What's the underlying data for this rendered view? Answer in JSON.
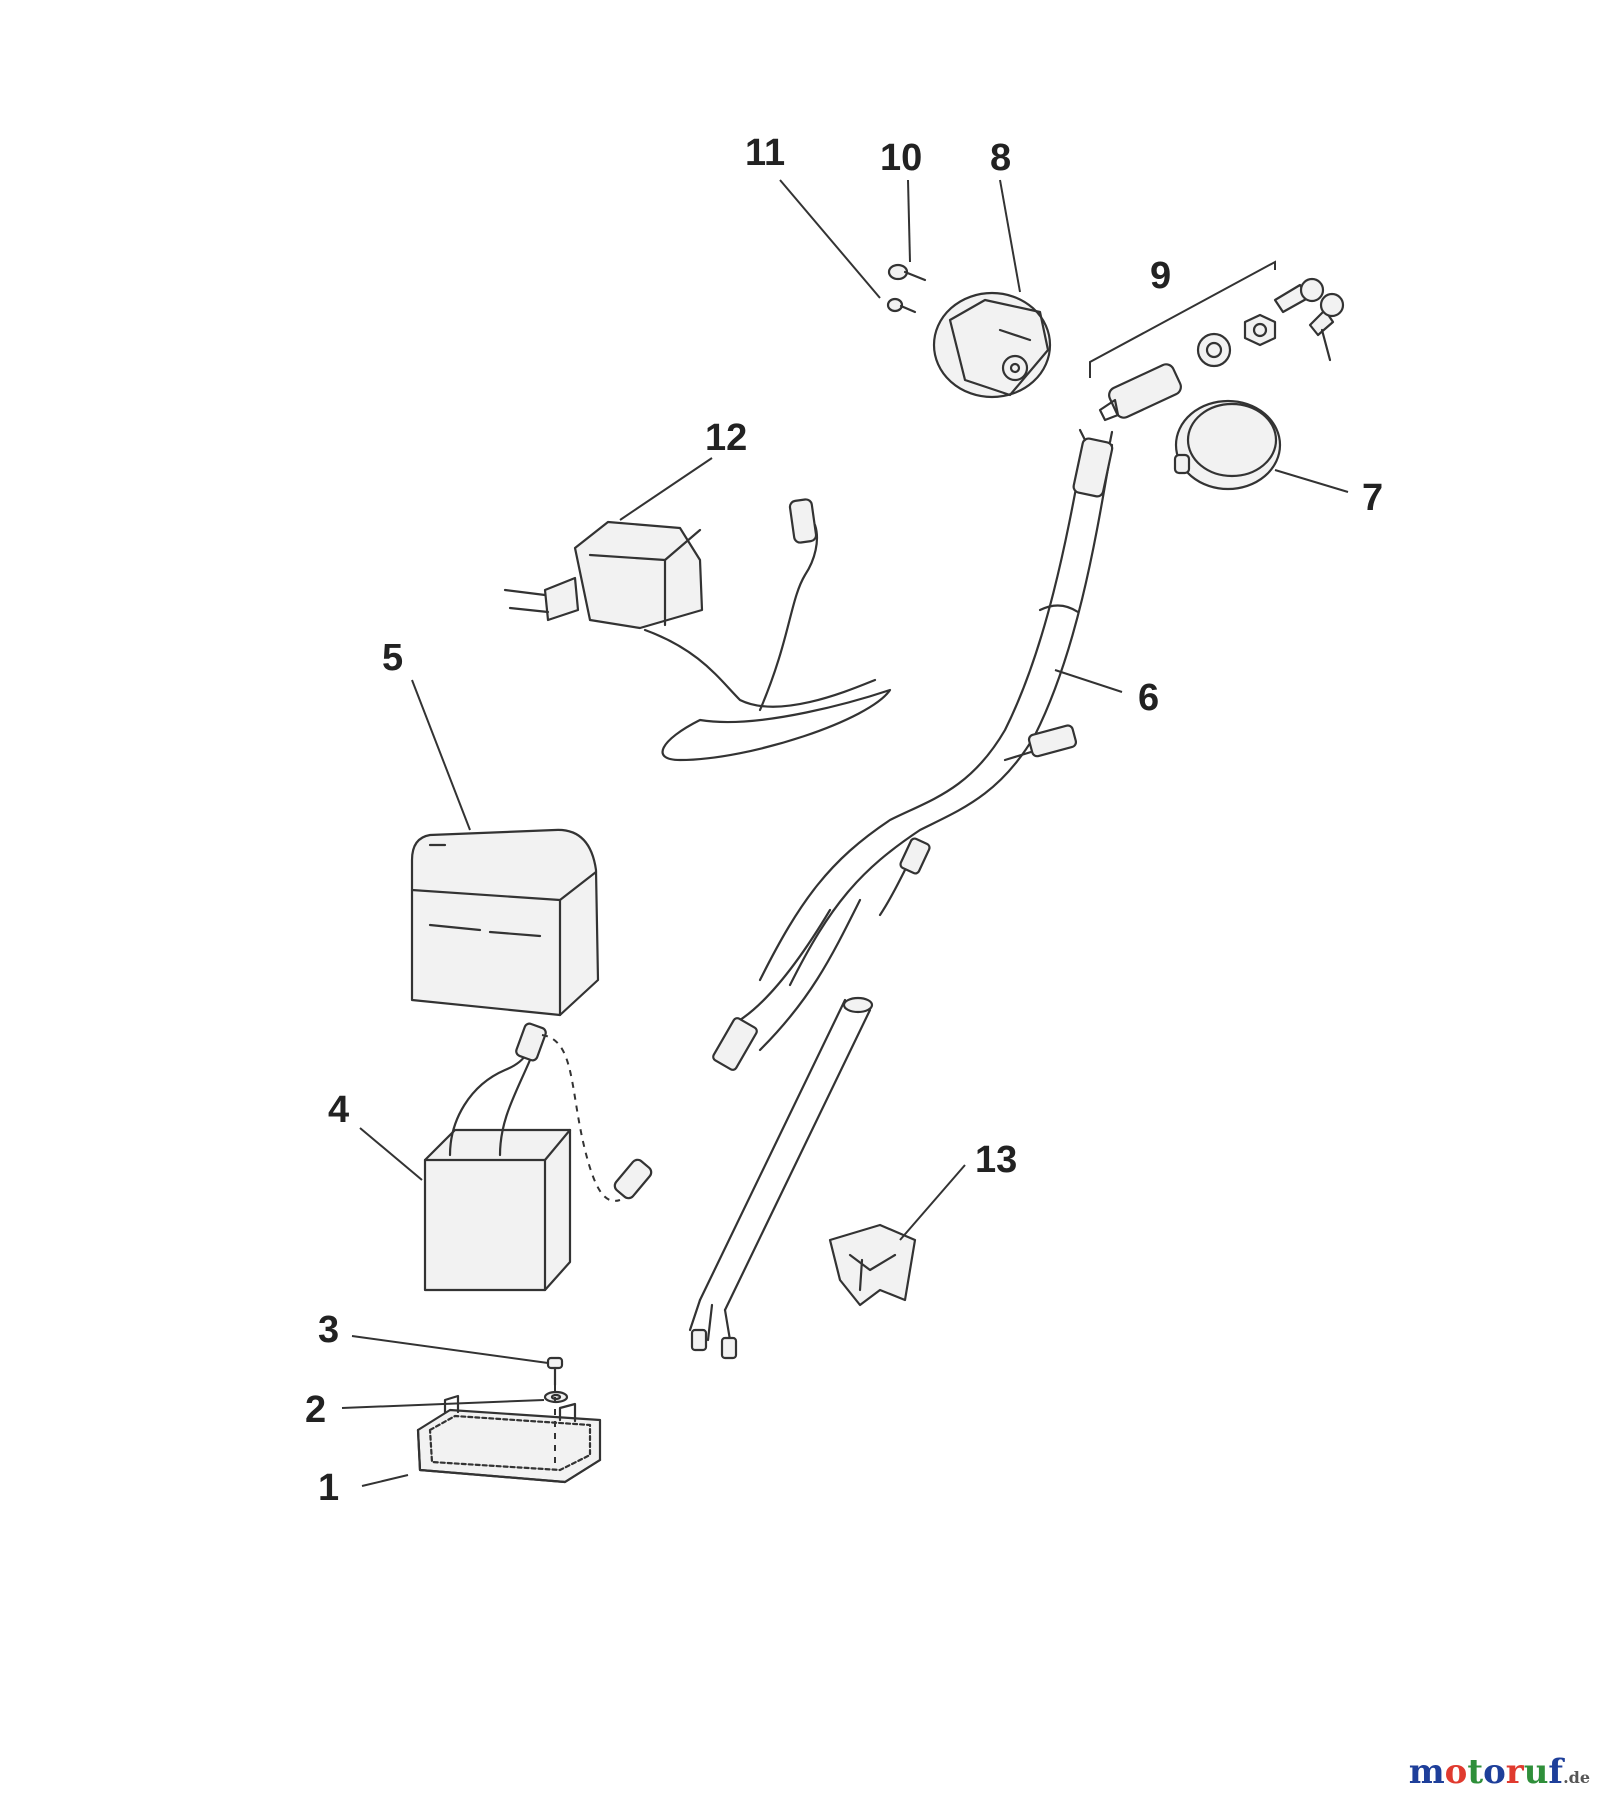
{
  "callouts": {
    "c1": "1",
    "c2": "2",
    "c3": "3",
    "c4": "4",
    "c5": "5",
    "c6": "6",
    "c7": "7",
    "c8": "8",
    "c9": "9",
    "c10": "10",
    "c11": "11",
    "c12": "12",
    "c13": "13"
  },
  "watermark": {
    "text": "motoruf",
    "tld": ".de",
    "letter_colors": [
      "#1e3f9a",
      "#e03a2f",
      "#2f8f3a",
      "#1e3f9a",
      "#e03a2f",
      "#2f8f3a",
      "#1e3f9a"
    ]
  }
}
